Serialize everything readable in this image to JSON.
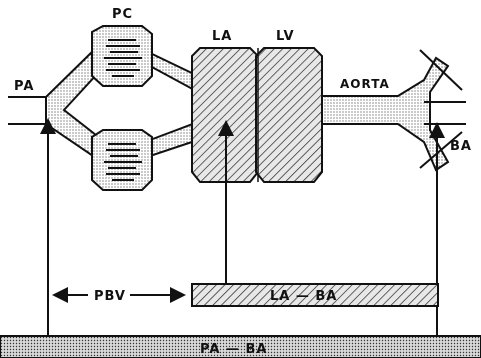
{
  "labels": {
    "pa": "PA",
    "pc": "PC",
    "la": "LA",
    "lv": "LV",
    "aorta": "AORTA",
    "ba": "BA",
    "pbv": "PBV",
    "la_ba": "LA — BA",
    "pa_ba": "PA — BA"
  }
}
